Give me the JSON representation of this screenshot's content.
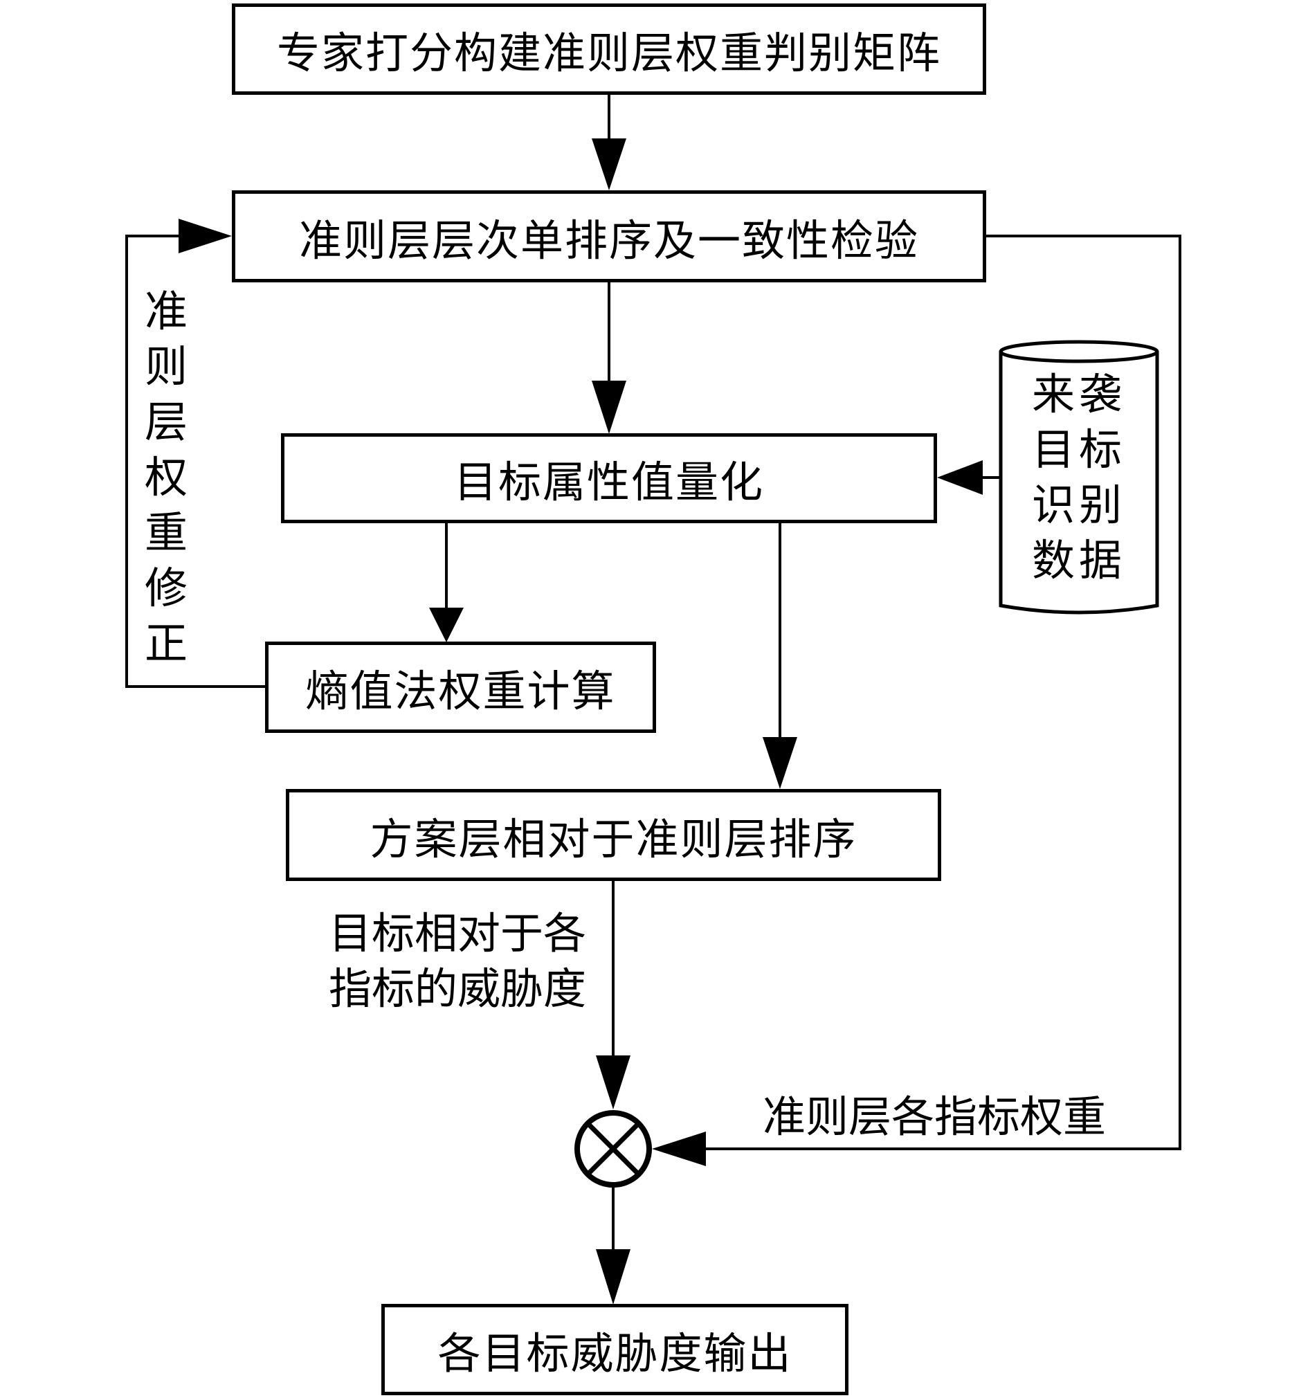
{
  "diagram": {
    "type": "flowchart",
    "nodes": {
      "expert_matrix": "专家打分构建准则层权重判别矩阵",
      "criteria_sort": "准则层层次单排序及一致性检验",
      "quantify": "目标属性值量化",
      "entropy": "熵值法权重计算",
      "scheme_sort": "方案层相对于准则层排序",
      "output": "各目标威胁度输出",
      "database": "来袭目标识别数据"
    },
    "edge_labels": {
      "weight_correction": "准则层权重修正",
      "target_threat_line1": "目标相对于各",
      "target_threat_line2": "指标的威胁度",
      "criteria_weights": "准则层各指标权重"
    },
    "operator_symbol": "multiply",
    "edges": [
      {
        "from": "expert_matrix",
        "to": "criteria_sort"
      },
      {
        "from": "criteria_sort",
        "to": "quantify"
      },
      {
        "from": "database",
        "to": "quantify"
      },
      {
        "from": "quantify",
        "to": "entropy"
      },
      {
        "from": "entropy",
        "to": "criteria_sort",
        "label": "weight_correction"
      },
      {
        "from": "quantify",
        "to": "scheme_sort"
      },
      {
        "from": "scheme_sort",
        "to": "multiply",
        "label": "target_threat"
      },
      {
        "from": "criteria_sort",
        "to": "multiply",
        "label": "criteria_weights"
      },
      {
        "from": "multiply",
        "to": "output"
      }
    ]
  }
}
